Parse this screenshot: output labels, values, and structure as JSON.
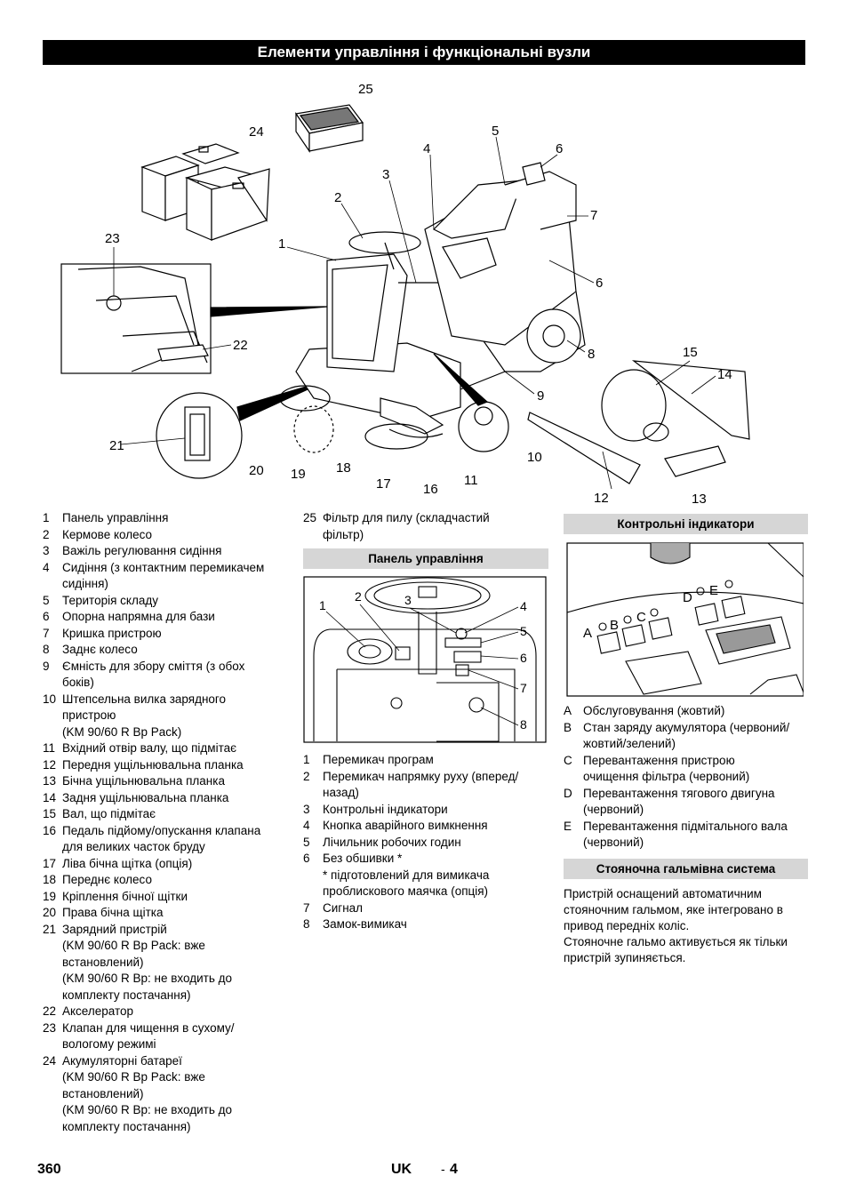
{
  "title": "Елементи управління і функціональні вузли",
  "main_figure_callouts": [
    "1",
    "2",
    "3",
    "4",
    "5",
    "6",
    "6",
    "7",
    "8",
    "9",
    "10",
    "11",
    "12",
    "13",
    "14",
    "15",
    "16",
    "17",
    "18",
    "19",
    "20",
    "21",
    "22",
    "23",
    "24",
    "25"
  ],
  "parts": [
    {
      "num": "1",
      "lines": [
        "Панель управління"
      ]
    },
    {
      "num": "2",
      "lines": [
        "Кермове колесо"
      ]
    },
    {
      "num": "3",
      "lines": [
        "Важіль регулювання сидіння"
      ]
    },
    {
      "num": "4",
      "lines": [
        "Сидіння (з контактним перемикачем",
        "сидіння)"
      ]
    },
    {
      "num": "5",
      "lines": [
        "Територія складу"
      ]
    },
    {
      "num": "6",
      "lines": [
        "Опорна напрямна для бази"
      ]
    },
    {
      "num": "7",
      "lines": [
        "Кришка пристрою"
      ]
    },
    {
      "num": "8",
      "lines": [
        "Заднє колесо"
      ]
    },
    {
      "num": "9",
      "lines": [
        "Ємність для збору сміття (з обох",
        "боків)"
      ]
    },
    {
      "num": "10",
      "lines": [
        "Штепсельна вилка зарядного",
        "пристрою",
        "(KM 90/60 R Bp Pack)"
      ]
    },
    {
      "num": "11",
      "lines": [
        "Вхідний отвір валу, що підмітає"
      ]
    },
    {
      "num": "12",
      "lines": [
        "Передня ущільнювальна планка"
      ]
    },
    {
      "num": "13",
      "lines": [
        "Бічна ущільнювальна планка"
      ]
    },
    {
      "num": "14",
      "lines": [
        "Задня ущільнювальна планка"
      ]
    },
    {
      "num": "15",
      "lines": [
        "Вал, що підмітає"
      ]
    },
    {
      "num": "16",
      "lines": [
        "Педаль підйому/опускання клапана",
        "для великих часток бруду"
      ]
    },
    {
      "num": "17",
      "lines": [
        "Ліва бічна щітка (опція)"
      ]
    },
    {
      "num": "18",
      "lines": [
        "Переднє колесо"
      ]
    },
    {
      "num": "19",
      "lines": [
        "Кріплення бічної щітки"
      ]
    },
    {
      "num": "20",
      "lines": [
        "Права бічна щітка"
      ]
    },
    {
      "num": "21",
      "lines": [
        "Зарядний пристрій",
        "(KM 90/60 R Bp Pack: вже",
        "встановлений)",
        "(KM 90/60 R Bp: не входить до",
        "комплекту постачання)"
      ]
    },
    {
      "num": "22",
      "lines": [
        "Акселератор"
      ]
    },
    {
      "num": "23",
      "lines": [
        "Клапан для чищення в сухому/",
        "вологому режимі"
      ]
    },
    {
      "num": "24",
      "lines": [
        "Акумуляторні батареї",
        "(KM 90/60 R Bp Pack: вже",
        "встановлений)",
        "(KM 90/60 R Bp: не входить до",
        "комплекту постачання)"
      ]
    },
    {
      "num": "25",
      "lines": [
        "Фільтр для пилу (складчастий",
        "фільтр)"
      ]
    }
  ],
  "control_panel": {
    "heading": "Панель управління",
    "callouts": [
      "1",
      "2",
      "3",
      "4",
      "5",
      "6",
      "7",
      "8"
    ],
    "items": [
      {
        "num": "1",
        "lines": [
          "Перемикач програм"
        ]
      },
      {
        "num": "2",
        "lines": [
          "Перемикач напрямку руху (вперед/",
          "назад)"
        ]
      },
      {
        "num": "3",
        "lines": [
          "Контрольні індикатори"
        ]
      },
      {
        "num": "4",
        "lines": [
          "Кнопка аварійного вимкнення"
        ]
      },
      {
        "num": "5",
        "lines": [
          "Лічильник робочих годин"
        ]
      },
      {
        "num": "6",
        "lines": [
          "Без обшивки *",
          "* підготовлений для вимикача",
          "проблискового маячка (опція)"
        ]
      },
      {
        "num": "7",
        "lines": [
          "Сигнал"
        ]
      },
      {
        "num": "8",
        "lines": [
          "Замок-вимикач"
        ]
      }
    ]
  },
  "indicators": {
    "heading": "Контрольні індикатори",
    "callouts": [
      "A",
      "B",
      "C",
      "D",
      "E"
    ],
    "items": [
      {
        "num": "A",
        "lines": [
          "Обслуговування (жовтий)"
        ]
      },
      {
        "num": "B",
        "lines": [
          "Стан заряду акумулятора (червоний/",
          "жовтий/зелений)"
        ]
      },
      {
        "num": "C",
        "lines": [
          "Перевантаження пристрою",
          "очищення фільтра (червоний)"
        ]
      },
      {
        "num": "D",
        "lines": [
          "Перевантаження тягового двигуна",
          "(червоний)"
        ]
      },
      {
        "num": "E",
        "lines": [
          "Перевантаження підмітального вала",
          "(червоний)"
        ]
      }
    ]
  },
  "parking_brake": {
    "heading": "Стояночна гальмівна система",
    "paragraphs": [
      [
        "Пристрій оснащений автоматичним",
        "стояночним гальмом, яке інтегровано в",
        "привод передніх коліс."
      ],
      [
        "Стояночне гальмо активується як тільки",
        "пристрій зупиняється."
      ]
    ]
  },
  "footer": {
    "page": "360",
    "lang": "UK",
    "sep": "-",
    "num": "4"
  }
}
